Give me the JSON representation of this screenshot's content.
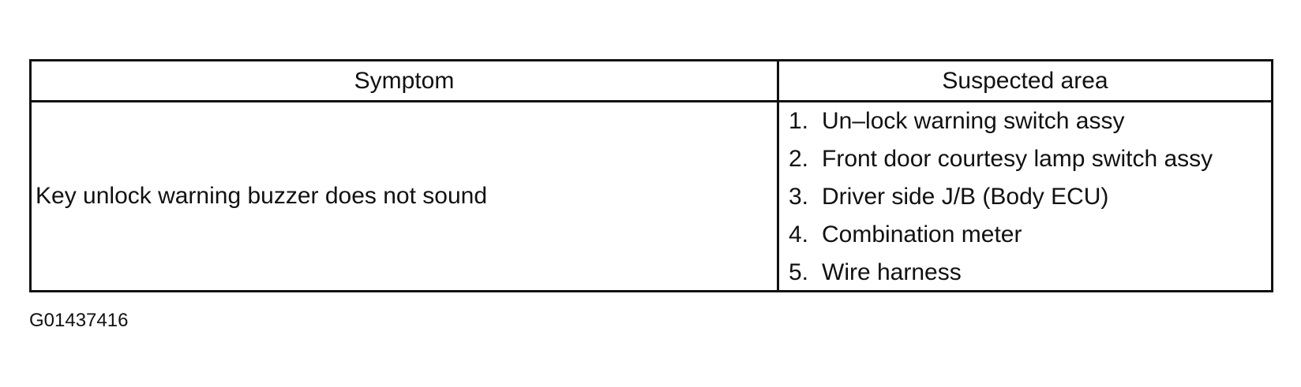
{
  "table": {
    "headers": {
      "symptom": "Symptom",
      "suspected_area": "Suspected area"
    },
    "rows": [
      {
        "symptom": "Key unlock warning buzzer does not sound",
        "suspected_areas": [
          {
            "num": "1.",
            "text": "Un–lock warning switch assy"
          },
          {
            "num": "2.",
            "text": "Front door courtesy lamp switch assy"
          },
          {
            "num": "3.",
            "text": "Driver side J/B (Body ECU)"
          },
          {
            "num": "4.",
            "text": "Combination meter"
          },
          {
            "num": "5.",
            "text": "Wire harness"
          }
        ]
      }
    ]
  },
  "figure_id": "G01437416"
}
